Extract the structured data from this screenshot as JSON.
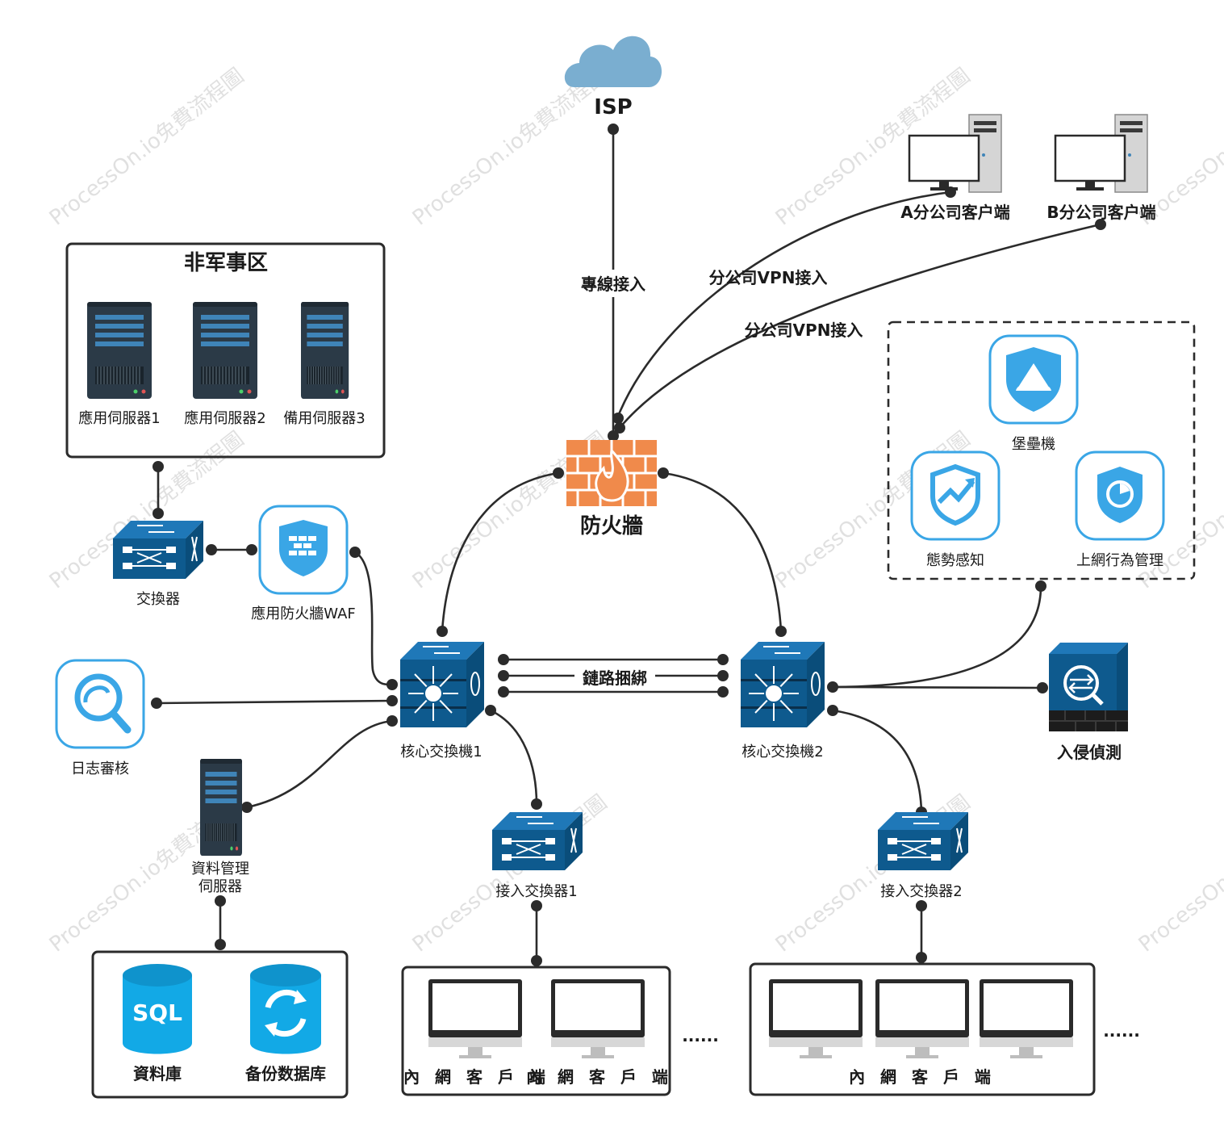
{
  "watermark": "ProcessOn.io免費流程圖",
  "zones": {
    "non_military": {
      "title": "非军事区"
    }
  },
  "nodes": {
    "isp": "ISP",
    "dedicated_line": "專線接入",
    "vpn_link_a": "分公司VPN接入",
    "vpn_link_b": "分公司VPN接入",
    "client_a": "A分公司客户端",
    "client_b": "B分公司客户端",
    "app_server_1": "應用伺服器1",
    "app_server_2": "應用伺服器2",
    "backup_server_3": "備用伺服器3",
    "switch": "交換器",
    "waf": "應用防火牆WAF",
    "firewall": "防火牆",
    "bastion": "堡壘機",
    "situation": "態勢感知",
    "behavior": "上網行為管理",
    "log_audit": "日志審核",
    "core_switch_1": "核心交換機1",
    "core_switch_2": "核心交換機2",
    "link_bonding": "鏈路捆綁",
    "ids": "入侵偵測",
    "data_server_line1": "資料管理",
    "data_server_line2": "伺服器",
    "access_switch_1": "接入交換器1",
    "access_switch_2": "接入交換器2",
    "database": "資料庫",
    "backup_db": "备份数据库",
    "sql_text": "SQL",
    "lan_client_1": "內 網 客 戶 端",
    "lan_client_2": "內 網 客 戶 端",
    "lan_client_3": "內 網 客 戶 端",
    "ellipsis_1": "......",
    "ellipsis_2": "......"
  },
  "colors": {
    "device_blue": "#0e5a8e",
    "icon_blue": "#3aa6e6",
    "firewall_orange": "#f08a4b",
    "cloud": "#7aaed0",
    "server_dark": "#2b3a47",
    "line": "#2b2b2b"
  }
}
